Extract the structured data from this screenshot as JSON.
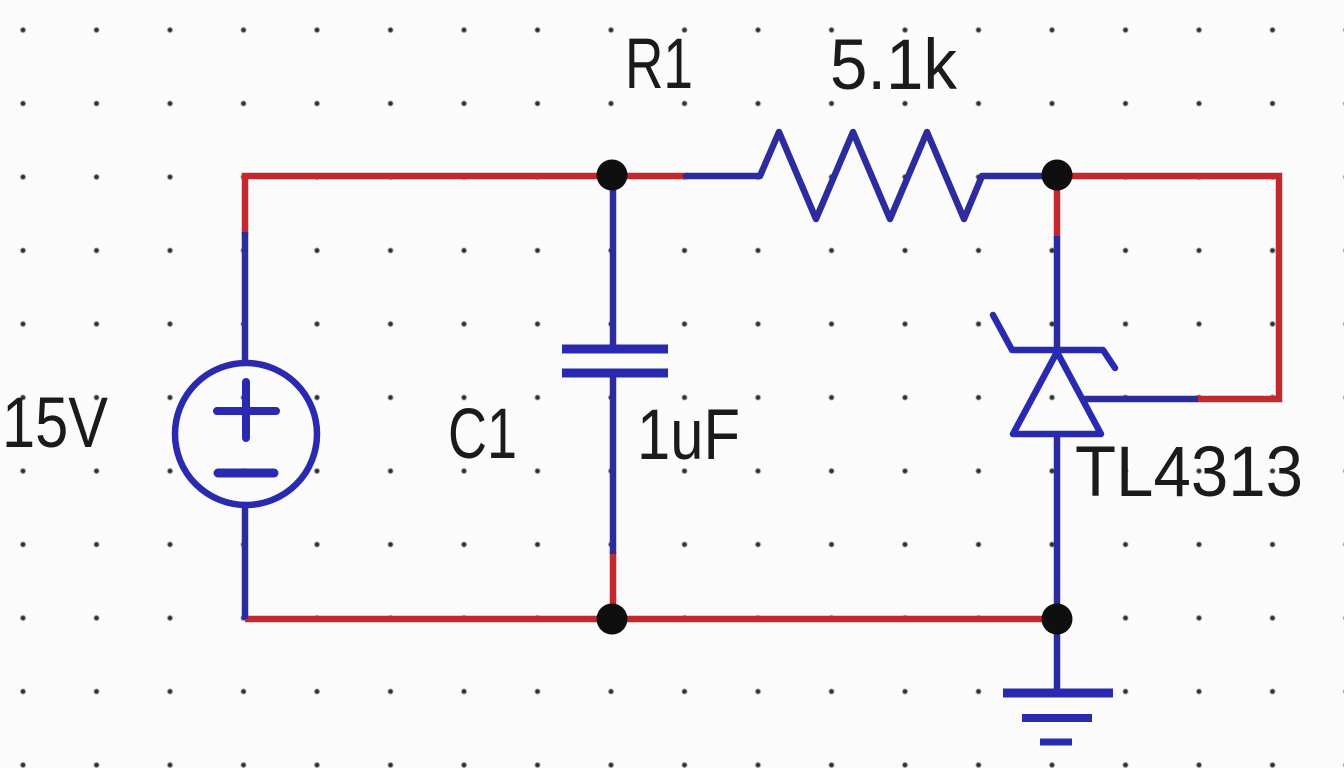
{
  "colors": {
    "background": "#fbfbfb",
    "grid_dot": "#2f2f2f",
    "wire_red": "#c2282d",
    "wire_blue": "#2c2c9e",
    "symbol_blue": "#2a2ab0",
    "junction": "#0f0f0f",
    "label_text": "#1b1b1b"
  },
  "schematic": {
    "components": {
      "source": {
        "type": "dc-voltage-source",
        "label": "15V"
      },
      "resistor": {
        "ref": "R1",
        "value": "5.1k"
      },
      "capacitor": {
        "ref": "C1",
        "value": "1uF"
      },
      "regulator": {
        "part": "TL4313"
      },
      "ground": {
        "type": "earth-ground"
      }
    }
  }
}
